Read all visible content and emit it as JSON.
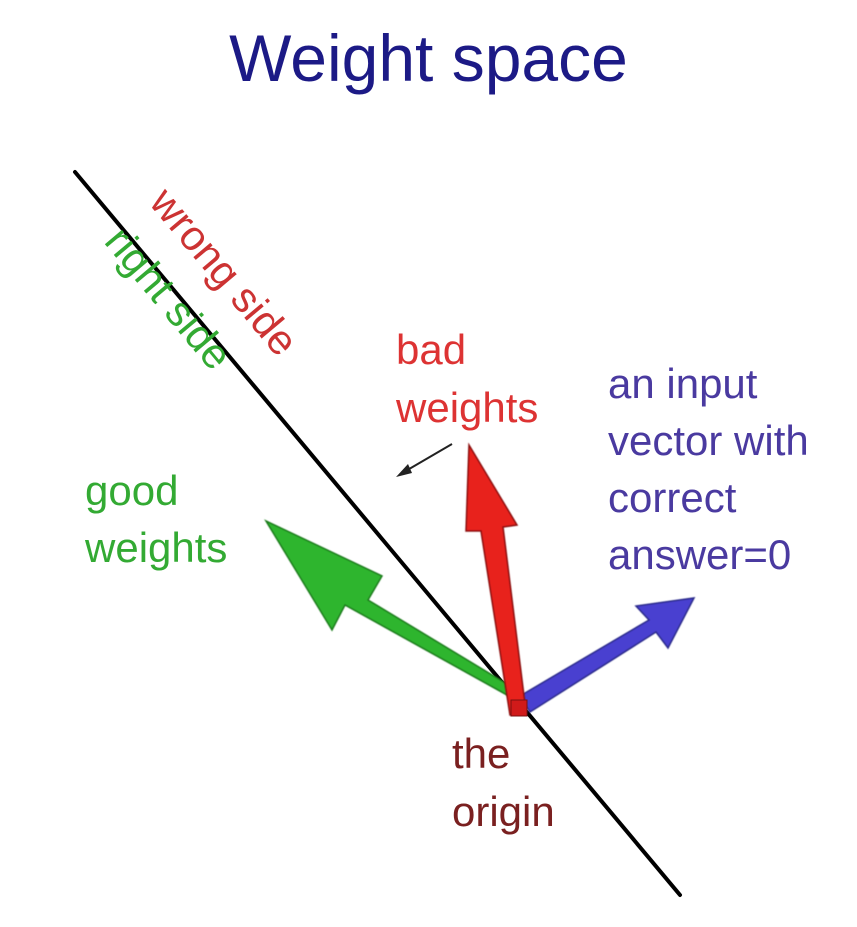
{
  "title": "Weight space",
  "labels": {
    "wrong_side": "wrong side",
    "right_side": "right side",
    "bad_weights": [
      "bad",
      "weights"
    ],
    "good_weights": [
      "good",
      "weights"
    ],
    "input_vector": [
      "an input",
      "vector with",
      "correct",
      "answer=0"
    ],
    "origin": [
      "the",
      "origin"
    ]
  },
  "colors": {
    "title": "#1c1a86",
    "wrong_side": "#cc3333",
    "right_side": "#33aa33",
    "bad_weights": "#dd3333",
    "good_weights": "#33aa33",
    "input_vector": "#4a3aa0",
    "origin": "#7a2020",
    "red_arrow": "#e8201a",
    "green_arrow": "#2eb52e",
    "blue_arrow": "#4a40d0",
    "line": "#000000"
  }
}
